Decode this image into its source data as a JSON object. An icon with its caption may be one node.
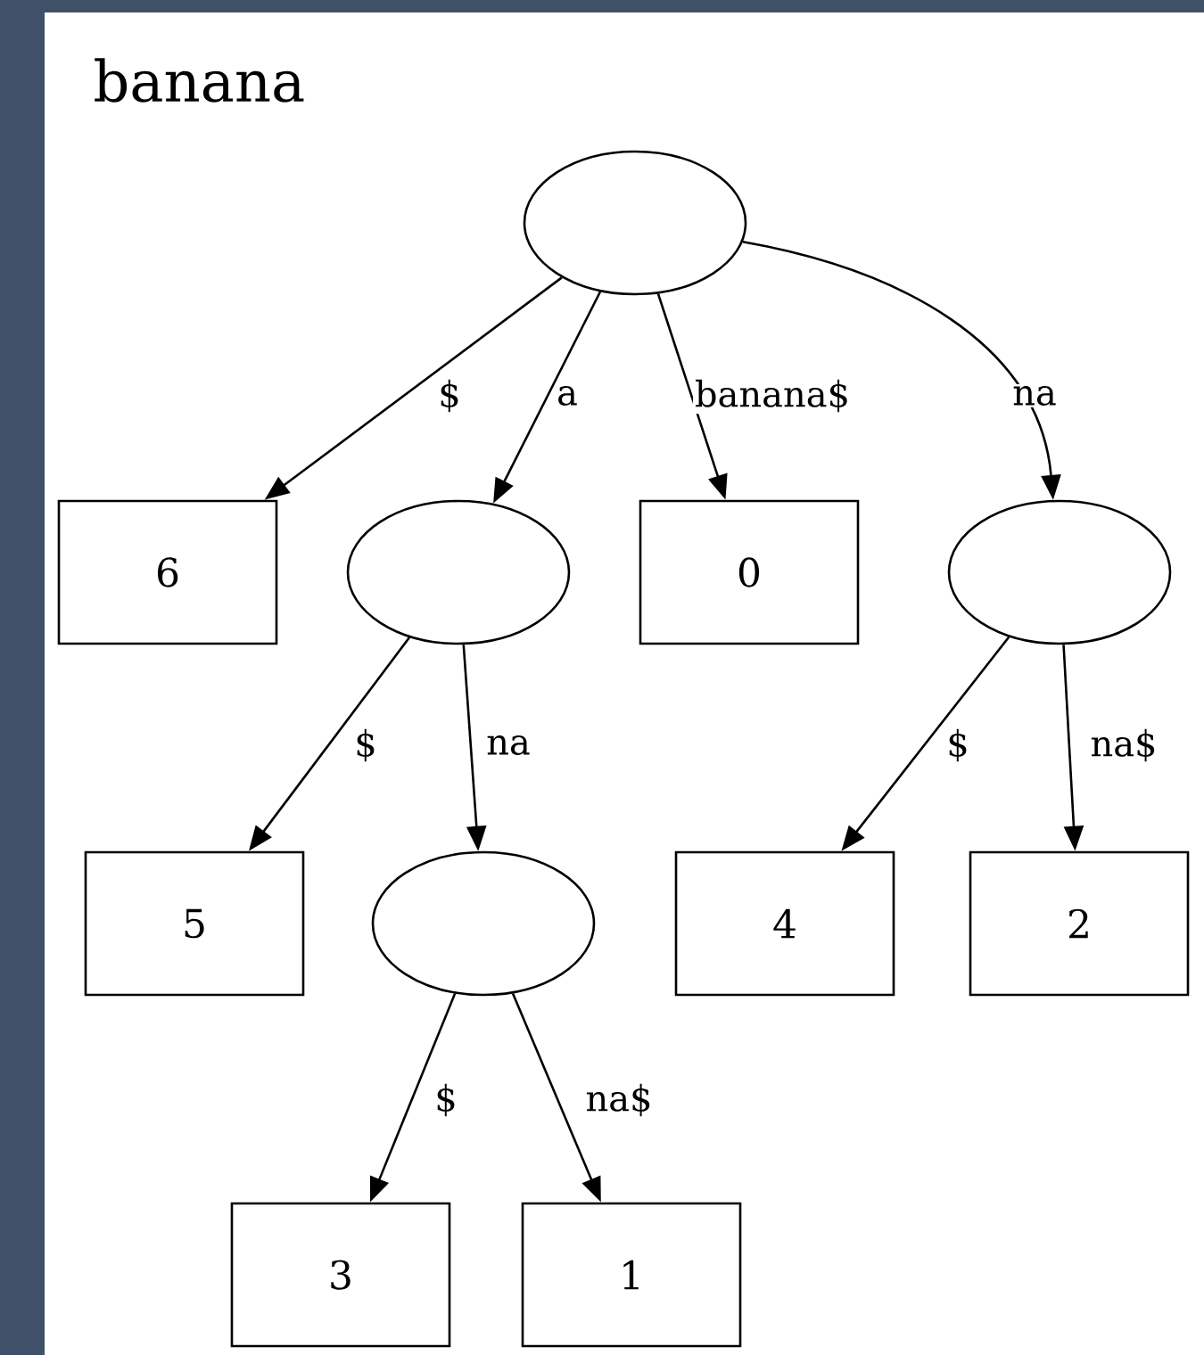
{
  "diagram": {
    "title": "banana",
    "nodes": [
      {
        "text": [],
        "shape": "ellipse"
      },
      {
        "text": [
          "6"
        ]
      },
      {
        "text": [],
        "shape": "ellipse"
      },
      {
        "text": [
          "0"
        ]
      },
      {
        "text": [],
        "shape": "ellipse"
      },
      {
        "text": [
          "5"
        ]
      },
      {
        "text": [],
        "shape": "ellipse"
      },
      {
        "text": [
          "4"
        ]
      },
      {
        "text": [
          "2"
        ]
      },
      {
        "text": [
          "3"
        ]
      },
      {
        "text": [
          "1"
        ]
      }
    ],
    "edges": [
      {
        "from": 0,
        "to": 1,
        "arrow": "to",
        "label": "$"
      },
      {
        "from": 0,
        "to": 2,
        "arrow": "to",
        "label": "a"
      },
      {
        "from": 0,
        "to": 3,
        "arrow": "to",
        "label": "banana$"
      },
      {
        "from": 0,
        "to": 4,
        "arrow": "to",
        "label": "na"
      },
      {
        "from": 2,
        "to": 5,
        "arrow": "to",
        "label": "$"
      },
      {
        "from": 2,
        "to": 6,
        "arrow": "to",
        "label": "na"
      },
      {
        "from": 4,
        "to": 7,
        "arrow": "to",
        "label": "$"
      },
      {
        "from": 4,
        "to": 8,
        "arrow": "to",
        "label": "na$"
      },
      {
        "from": 6,
        "to": 9,
        "arrow": "to",
        "label": "$"
      },
      {
        "from": 6,
        "to": 10,
        "arrow": "to",
        "label": "na$"
      }
    ]
  }
}
